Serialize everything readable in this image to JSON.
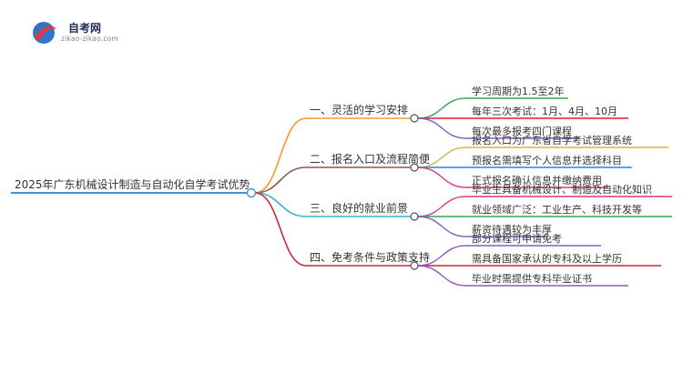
{
  "logo": {
    "name": "自考网",
    "url": "zikao-zikao.com"
  },
  "root": "2025年广东机械设计制造与自动化自学考试优势",
  "colors": {
    "root": "#4a8fd4",
    "branches": [
      "#f39a2b",
      "#8c5a4f",
      "#33b5d6",
      "#c8283b"
    ],
    "leaves": [
      "#34a853",
      "#d9203a",
      "#8b5cc4",
      "#d4b83a",
      "#1f8bd6",
      "#e2358c"
    ]
  },
  "branches": [
    {
      "label": "一、灵活的学习安排",
      "leaves": [
        "学习周期为1.5至2年",
        "每年三次考试：1月、4月、10月",
        "每次最多报考四门课程"
      ]
    },
    {
      "label": "二、报名入口及流程简便",
      "leaves": [
        "报名入口为广东省自学考试管理系统",
        "预报名需填写个人信息并选择科目",
        "正式报名确认信息并缴纳费用"
      ]
    },
    {
      "label": "三、良好的就业前景",
      "leaves": [
        "毕业生具备机械设计、制造及自动化知识",
        "就业领域广泛：工业生产、科技开发等",
        "薪资待遇较为丰厚"
      ]
    },
    {
      "label": "四、免考条件与政策支持",
      "leaves": [
        "部分课程可申请免考",
        "需具备国家承认的专科及以上学历",
        "毕业时需提供专科毕业证书"
      ]
    }
  ]
}
